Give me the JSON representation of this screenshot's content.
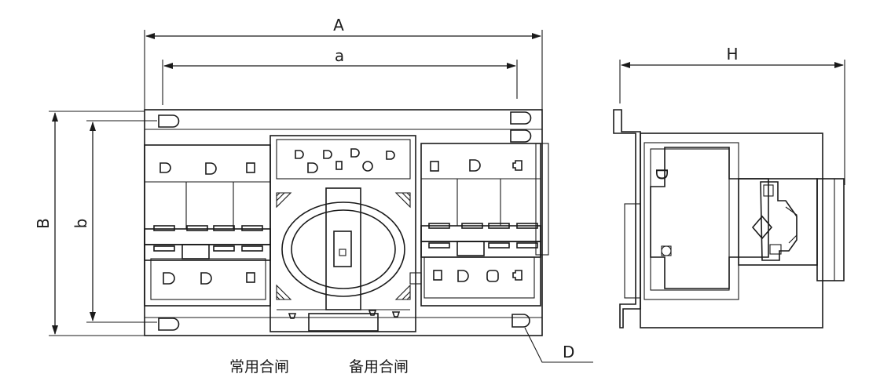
{
  "dimensions": {
    "overall_width": "A",
    "mounting_width": "a",
    "overall_height": "B",
    "mounting_height": "b",
    "depth": "H",
    "hole": "D"
  },
  "side_view_marking": "D",
  "captions": {
    "normal_close": "常用合闸",
    "standby_close": "备用合闸"
  }
}
